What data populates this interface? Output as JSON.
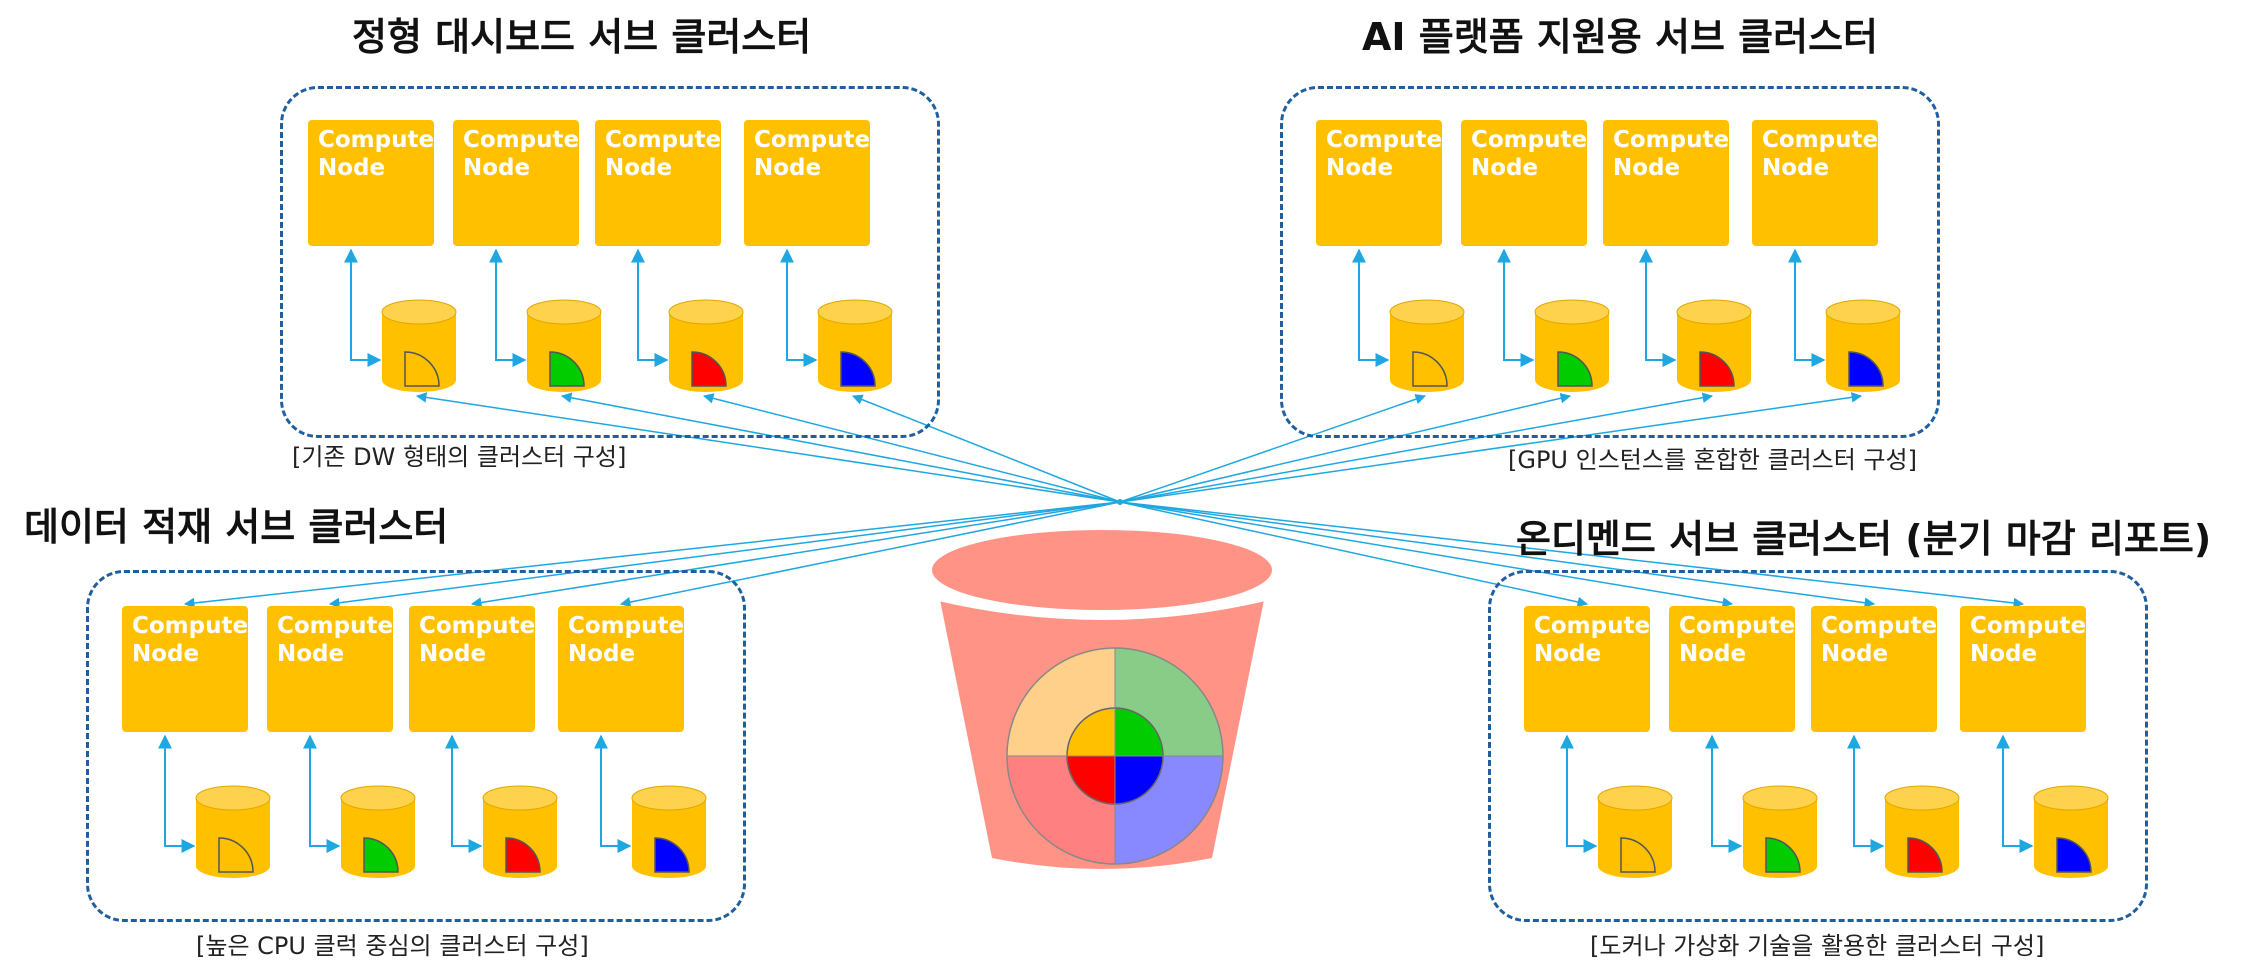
{
  "center_icon": "data-lake-bucket-icon",
  "colors": {
    "node": "#ffc000",
    "connector": "#1ea7e0",
    "box_border": "#1f5fa0",
    "bucket": "#ff9486",
    "green": "#00cc00",
    "red": "#ff0000",
    "blue": "#0000ff",
    "orange": "#ffc000"
  },
  "clusters": [
    {
      "id": "top-left",
      "title": "정형 대시보드 서브 클러스터",
      "caption": "[기존 DW 형태의 클러스터 구성]",
      "nodes": [
        {
          "line1": "Compute",
          "line2": "Node",
          "slice": "outline"
        },
        {
          "line1": "Compute",
          "line2": "Node",
          "slice": "green"
        },
        {
          "line1": "Compute",
          "line2": "Node",
          "slice": "red"
        },
        {
          "line1": "Compute",
          "line2": "Node",
          "slice": "blue"
        }
      ]
    },
    {
      "id": "top-right",
      "title": "AI 플랫폼 지원용 서브 클러스터",
      "caption": "[GPU 인스턴스를 혼합한 클러스터 구성]",
      "nodes": [
        {
          "line1": "Compute",
          "line2": "Node",
          "slice": "outline"
        },
        {
          "line1": "Compute",
          "line2": "Node",
          "slice": "green"
        },
        {
          "line1": "Compute",
          "line2": "Node",
          "slice": "red"
        },
        {
          "line1": "Compute",
          "line2": "Node",
          "slice": "blue"
        }
      ]
    },
    {
      "id": "bottom-left",
      "title": "데이터 적재 서브 클러스터",
      "caption": "[높은 CPU 클럭 중심의 클러스터 구성]",
      "nodes": [
        {
          "line1": "Compute",
          "line2": "Node",
          "slice": "outline"
        },
        {
          "line1": "Compute",
          "line2": "Node",
          "slice": "green"
        },
        {
          "line1": "Compute",
          "line2": "Node",
          "slice": "red"
        },
        {
          "line1": "Compute",
          "line2": "Node",
          "slice": "blue"
        }
      ]
    },
    {
      "id": "bottom-right",
      "title": "온디멘드 서브 클러스터 (분기 마감 리포트)",
      "caption": "[도커나 가상화 기술을 활용한 클러스터 구성]",
      "nodes": [
        {
          "line1": "Compute",
          "line2": "Node",
          "slice": "outline"
        },
        {
          "line1": "Compute",
          "line2": "Node",
          "slice": "green"
        },
        {
          "line1": "Compute",
          "line2": "Node",
          "slice": "red"
        },
        {
          "line1": "Compute",
          "line2": "Node",
          "slice": "blue"
        }
      ]
    }
  ]
}
